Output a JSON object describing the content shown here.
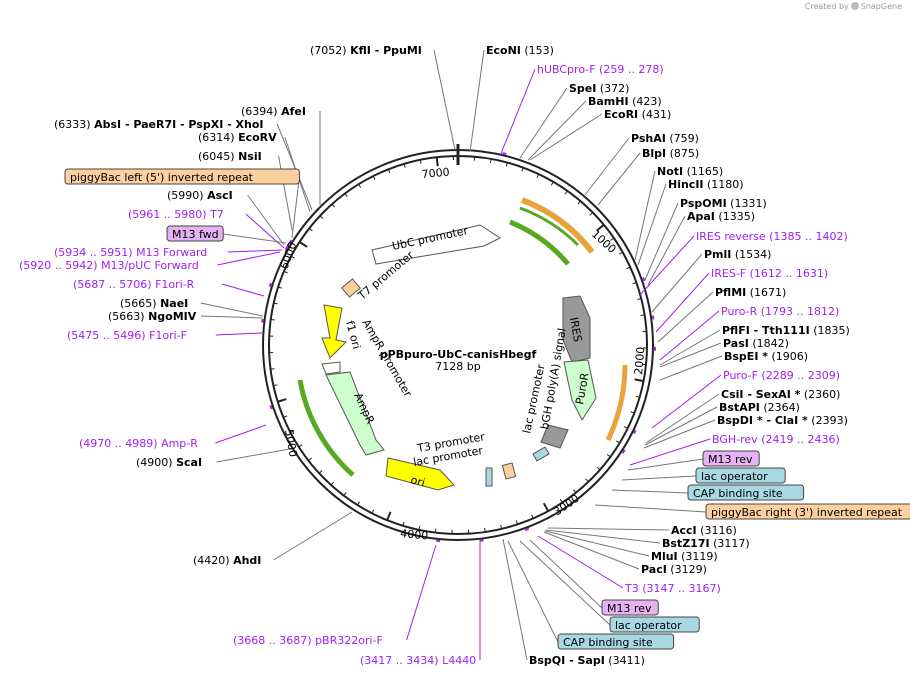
{
  "credit": {
    "prefix": "Created by",
    "brand": "SnapGene"
  },
  "plasmid": {
    "name": "pPBpuro-UbC-canisHbegf",
    "length": "7128 bp"
  },
  "ticks": [
    "1000",
    "2000",
    "3000",
    "4000",
    "5000",
    "6000",
    "7000"
  ],
  "site_labels": [
    {
      "id": "t1",
      "pos": "(7052)",
      "name": "KflI",
      "suffix": "- PpuMI",
      "kind": "enzyme"
    },
    {
      "id": "t2",
      "pos": "(153)",
      "name": "EcoNI",
      "suffix": "",
      "kind": "enzyme"
    },
    {
      "id": "t3",
      "pos": "(259 .. 278)",
      "name": "hUBCpro-F",
      "suffix": "",
      "kind": "primer"
    },
    {
      "id": "t4",
      "pos": "(372)",
      "name": "SpeI",
      "suffix": "",
      "kind": "enzyme"
    },
    {
      "id": "t5",
      "pos": "(423)",
      "name": "BamHI",
      "suffix": "",
      "kind": "enzyme"
    },
    {
      "id": "t6",
      "pos": "(431)",
      "name": "EcoRI",
      "suffix": "",
      "kind": "enzyme"
    },
    {
      "id": "t7",
      "pos": "(759)",
      "name": "PshAI",
      "suffix": "",
      "kind": "enzyme"
    },
    {
      "id": "t8",
      "pos": "(875)",
      "name": "BlpI",
      "suffix": "",
      "kind": "enzyme"
    },
    {
      "id": "t9",
      "pos": "(1165)",
      "name": "NotI",
      "suffix": "",
      "kind": "enzyme"
    },
    {
      "id": "t10",
      "pos": "(1180)",
      "name": "HincII",
      "suffix": "",
      "kind": "enzyme"
    },
    {
      "id": "t11",
      "pos": "(1331)",
      "name": "PspOMI",
      "suffix": "",
      "kind": "enzyme"
    },
    {
      "id": "t12",
      "pos": "(1335)",
      "name": "ApaI",
      "suffix": "",
      "kind": "enzyme"
    },
    {
      "id": "t13",
      "pos": "(1385 .. 1402)",
      "name": "IRES reverse",
      "suffix": "",
      "kind": "primer"
    },
    {
      "id": "t14",
      "pos": "(1534)",
      "name": "PmlI",
      "suffix": "",
      "kind": "enzyme"
    },
    {
      "id": "t15",
      "pos": "(1612 .. 1631)",
      "name": "IRES-F",
      "suffix": "",
      "kind": "primer"
    },
    {
      "id": "t16",
      "pos": "(1671)",
      "name": "PflMI",
      "suffix": "",
      "kind": "enzyme"
    },
    {
      "id": "t17",
      "pos": "(1793 .. 1812)",
      "name": "Puro-R",
      "suffix": "",
      "kind": "primer"
    },
    {
      "id": "t18",
      "pos": "(1835)",
      "name": "PflFI",
      "suffix": "- Tth111I",
      "kind": "enzyme"
    },
    {
      "id": "t19",
      "pos": "(1842)",
      "name": "PasI",
      "suffix": "",
      "kind": "enzyme"
    },
    {
      "id": "t20",
      "pos": "(1906)",
      "name": "BspEI *",
      "suffix": "",
      "kind": "enzyme"
    },
    {
      "id": "t21",
      "pos": "(2289 .. 2309)",
      "name": "Puro-F",
      "suffix": "",
      "kind": "primer"
    },
    {
      "id": "t22",
      "pos": "(2360)",
      "name": "CsiI",
      "suffix": "- SexAI *",
      "kind": "enzyme"
    },
    {
      "id": "t23",
      "pos": "(2364)",
      "name": "BstAPI",
      "suffix": "",
      "kind": "enzyme"
    },
    {
      "id": "t24",
      "pos": "(2393)",
      "name": "BspDI *",
      "suffix": "- ClaI *",
      "kind": "enzyme"
    },
    {
      "id": "t25",
      "pos": "(2419 .. 2436)",
      "name": "BGH-rev",
      "suffix": "",
      "kind": "primer"
    },
    {
      "id": "t26",
      "pos": "(3116)",
      "name": "AccI",
      "suffix": "",
      "kind": "enzyme"
    },
    {
      "id": "t27",
      "pos": "(3117)",
      "name": "BstZ17I",
      "suffix": "",
      "kind": "enzyme"
    },
    {
      "id": "t28",
      "pos": "(3119)",
      "name": "MluI",
      "suffix": "",
      "kind": "enzyme"
    },
    {
      "id": "t29",
      "pos": "(3129)",
      "name": "PacI",
      "suffix": "",
      "kind": "enzyme"
    },
    {
      "id": "t30",
      "pos": "(3147 .. 3167)",
      "name": "T3",
      "suffix": "",
      "kind": "primer"
    },
    {
      "id": "t31",
      "pos": "(3411)",
      "name": "BspQI",
      "suffix": "- SapI",
      "kind": "enzyme"
    },
    {
      "id": "t32",
      "pos": "(3417 .. 3434)",
      "name": "L4440",
      "suffix": "",
      "kind": "primer"
    },
    {
      "id": "t33",
      "pos": "(3668 .. 3687)",
      "name": "pBR322ori-F",
      "suffix": "",
      "kind": "primer"
    },
    {
      "id": "t34",
      "pos": "(4420)",
      "name": "AhdI",
      "suffix": "",
      "kind": "enzyme"
    },
    {
      "id": "t35",
      "pos": "(4900)",
      "name": "ScaI",
      "suffix": "",
      "kind": "enzyme"
    },
    {
      "id": "t36",
      "pos": "(4970 .. 4989)",
      "name": "Amp-R",
      "suffix": "",
      "kind": "primer"
    },
    {
      "id": "t37",
      "pos": "(5475 .. 5496)",
      "name": "F1ori-F",
      "suffix": "",
      "kind": "primer"
    },
    {
      "id": "t38",
      "pos": "(5663)",
      "name": "NgoMIV",
      "suffix": "",
      "kind": "enzyme"
    },
    {
      "id": "t39",
      "pos": "(5665)",
      "name": "NaeI",
      "suffix": "",
      "kind": "enzyme"
    },
    {
      "id": "t40",
      "pos": "(5687 .. 5706)",
      "name": "F1ori-R",
      "suffix": "",
      "kind": "primer"
    },
    {
      "id": "t41",
      "pos": "(5920 .. 5942)",
      "name": "M13/pUC Forward",
      "suffix": "",
      "kind": "primer"
    },
    {
      "id": "t42",
      "pos": "(5934 .. 5951)",
      "name": "M13 Forward",
      "suffix": "",
      "kind": "primer"
    },
    {
      "id": "t43",
      "pos": "(5961 .. 5980)",
      "name": "T7",
      "suffix": "",
      "kind": "primer"
    },
    {
      "id": "t44",
      "pos": "(5990)",
      "name": "AscI",
      "suffix": "",
      "kind": "enzyme"
    },
    {
      "id": "t45",
      "pos": "(6045)",
      "name": "NsiI",
      "suffix": "",
      "kind": "enzyme"
    },
    {
      "id": "t46",
      "pos": "(6314)",
      "name": "EcoRV",
      "suffix": "",
      "kind": "enzyme"
    },
    {
      "id": "t47",
      "pos": "(6333)",
      "name": "AbsI",
      "suffix": "- PaeR7I - PspXI - XhoI",
      "kind": "enzyme"
    },
    {
      "id": "t48",
      "pos": "(6394)",
      "name": "AfeI",
      "suffix": "",
      "kind": "enzyme"
    }
  ],
  "boxed_labels": [
    {
      "id": "b1",
      "text": "piggyBac left (5') inverted repeat",
      "fill": "#fccf9e"
    },
    {
      "id": "b2",
      "text": "M13 fwd",
      "fill": "#e5b3f2"
    },
    {
      "id": "b3",
      "text": "M13 rev",
      "fill": "#e5b3f2"
    },
    {
      "id": "b4",
      "text": "lac operator",
      "fill": "#a8d8e2"
    },
    {
      "id": "b5",
      "text": "CAP binding site",
      "fill": "#a8d8e2"
    },
    {
      "id": "b6",
      "text": "piggyBac right (3') inverted repeat",
      "fill": "#fccf9e"
    },
    {
      "id": "b7",
      "text": "M13 rev",
      "fill": "#e5b3f2"
    },
    {
      "id": "b8",
      "text": "lac operator",
      "fill": "#a8d8e2"
    },
    {
      "id": "b9",
      "text": "CAP binding site",
      "fill": "#a8d8e2"
    }
  ],
  "features": {
    "ubc": "UbC promoter",
    "t7": "T7 promoter",
    "ampr_promoter": "AmpR promoter",
    "f1": "f1 ori",
    "ampr": "AmpR",
    "ires": "IRES",
    "puror": "PuroR",
    "bgh": "bGH poly(A) signal",
    "lac1": "lac promoter",
    "t3": "T3 promoter",
    "lac2": "lac promoter",
    "ori": "ori"
  },
  "colors": {
    "enzyme": "#000000",
    "primer": "#a020f0",
    "promoter": "#ffffff",
    "ori": "#ffff00",
    "ampr": "#ccffcc",
    "ires": "#999999",
    "orange_arc": "#e8a33c",
    "green_arc": "#55aa22"
  }
}
